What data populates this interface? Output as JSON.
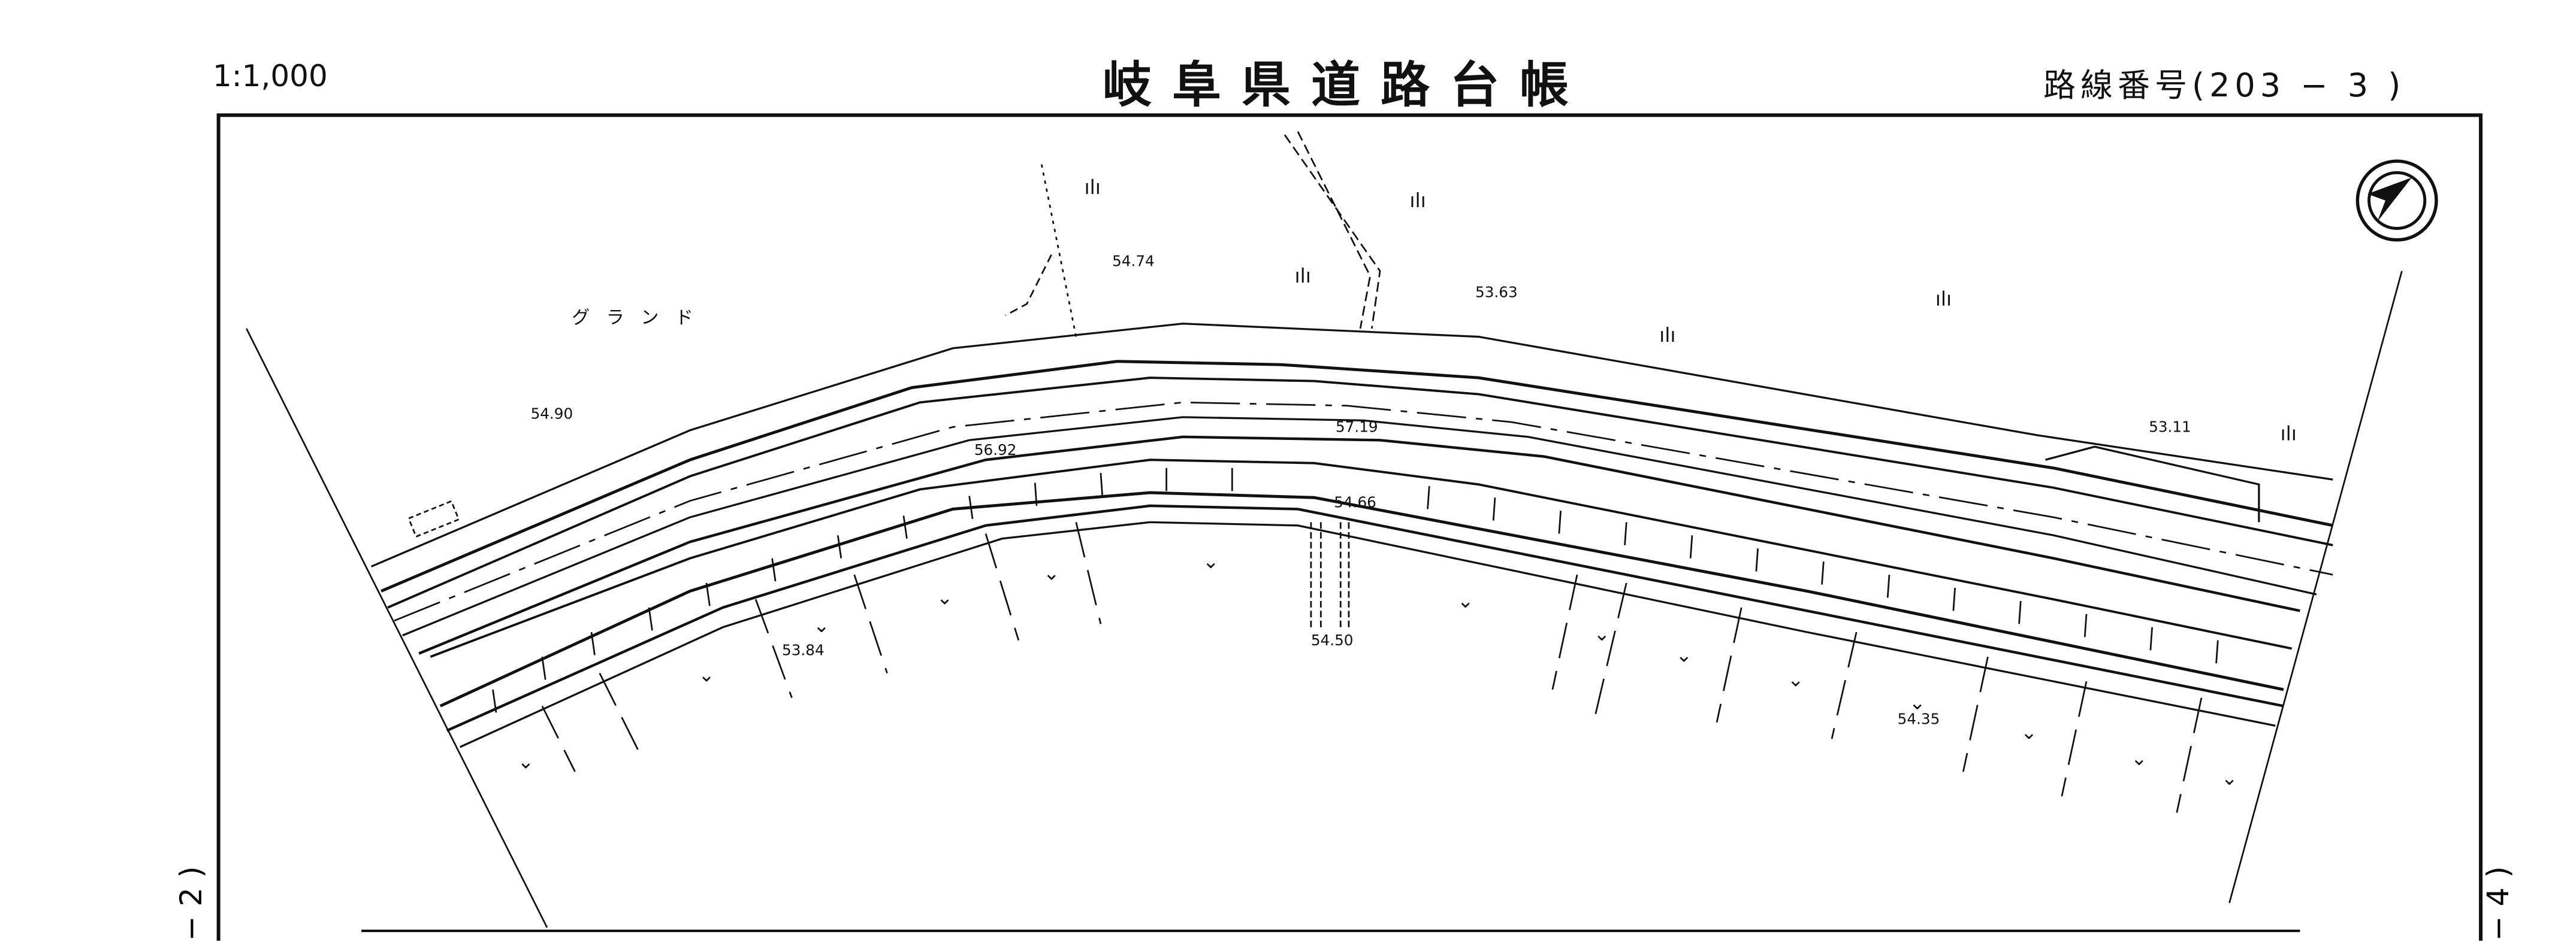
{
  "header": {
    "scale": "1:1,000",
    "title": "岐阜県道路台帳",
    "route_number": "路線番号(203 − 3 )"
  },
  "side_labels": {
    "left": "− 2 )",
    "right": "− 4 )"
  },
  "map": {
    "place_label": "グランド",
    "elevations": [
      "54.74",
      "53.63",
      "54.90",
      "56.92",
      "57.19",
      "54.66",
      "53.11",
      "53.84",
      "54.50",
      "54.35"
    ],
    "north_arrow": "north-arrow-icon"
  }
}
